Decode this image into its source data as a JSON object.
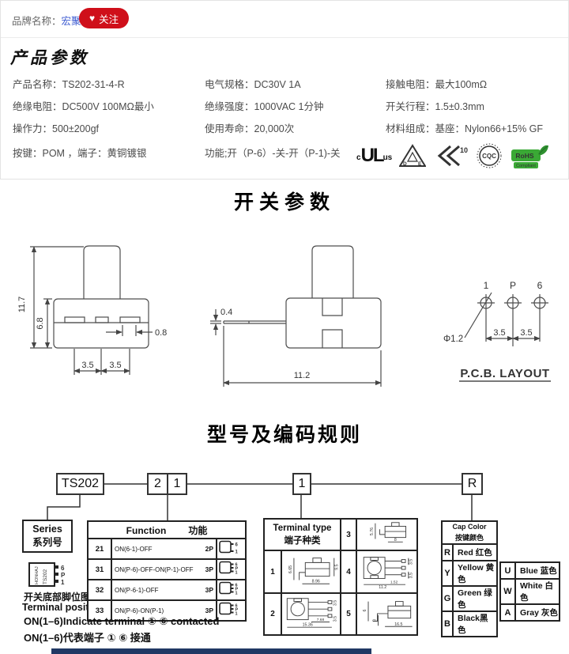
{
  "header": {
    "brand_label": "品牌名称：",
    "brand_name": "宏聚开关",
    "heart": "♥",
    "follow_button": "关注"
  },
  "product_params": {
    "title": "产品参数",
    "cells": [
      "产品名称：TS202-31-4-R",
      "电气规格：DC30V  1A",
      "接触电阻：最大100mΩ",
      "绝缘电阻：DC500V  100MΩ最小",
      "绝缘强度：1000VAC  1分钟",
      "开关行程：1.5±0.3mm",
      "操作力：500±200gf",
      "使用寿命：20,000次",
      "材料组成：基座：Nylon66+15% GF",
      "按键：POM  ，端子：黄铜镀银",
      "功能;开（P-6）-关-开（P-1)-关"
    ],
    "certs": {
      "ul_c": "c",
      "ul": "UL",
      "ul_us": "us",
      "vde_d": "D",
      "vde_e": "E",
      "k10": "10",
      "cqc": "CQC",
      "rohs_line1": "RoHS",
      "rohs_line2": "Compliant"
    }
  },
  "switch_params": {
    "title": "开关参数",
    "front": {
      "total_height": "11.7",
      "body_height": "6.8",
      "pin_width": "0.8",
      "pitch_left": "3.5",
      "pitch_right": "3.5"
    },
    "side": {
      "pin_thickness": "0.4",
      "body_width": "11.2"
    },
    "pcb": {
      "pin_1": "1",
      "pin_p": "P",
      "pin_6": "6",
      "hole": "Φ1.2",
      "pitch_left": "3.5",
      "pitch_right": "3.5",
      "caption": "P.C.B. LAYOUT"
    }
  },
  "coding": {
    "title": "型号及编码规则",
    "boxes": {
      "series": "TS202",
      "func_a": "2",
      "func_b": "1",
      "terminal": "1",
      "cap": "R"
    },
    "series_box": {
      "en": "Series",
      "zh": "系列号"
    },
    "chip": {
      "brand": "HONHAJ",
      "model": "TS202",
      "pin_top": "6",
      "pin_mid": "P",
      "pin_bottom": "1",
      "caption_zh": "开关底部脚位图",
      "caption_en": "Terminal position"
    },
    "function_table": {
      "header": "Function",
      "header_zh": "功能",
      "rows": [
        {
          "code": "21",
          "desc": "ON(6-1)-OFF",
          "poles": "2P",
          "pins": [
            "6",
            "1"
          ]
        },
        {
          "code": "31",
          "desc": "ON(P-6)-OFF-ON(P-1)-OFF",
          "poles": "3P",
          "pins": [
            "6",
            "P",
            "1"
          ]
        },
        {
          "code": "32",
          "desc": "ON(P-6-1)-OFF",
          "poles": "3P",
          "pins": [
            "6",
            "P",
            "1"
          ]
        },
        {
          "code": "33",
          "desc": "ON(P-6)-ON(P-1)",
          "poles": "3P",
          "pins": [
            "6",
            "P",
            "1"
          ]
        }
      ]
    },
    "terminal_table": {
      "header": "Terminal type",
      "header_zh": "端子种类",
      "t1": {
        "code": "1",
        "dim_left": "6.65",
        "dim_right": "9.5",
        "dim_bottom": "8.96"
      },
      "t2": {
        "code": "2",
        "dim_top": "3.5",
        "dim_inner": "7.68",
        "dim_bottom": "15.36",
        "dim_low": "3.5"
      },
      "t3": {
        "code": "3",
        "dim_left": "5.76",
        "dim_bottom": "8"
      },
      "t4": {
        "code": "4",
        "dim_top": "3.5",
        "dim_inner": "1.52",
        "dim_bottom": "11.2",
        "dim_low": "3.5"
      },
      "t5": {
        "code": "5",
        "dim_top": "6",
        "dim_left": "3",
        "dim_bottom": "16.5"
      }
    },
    "cap_table": {
      "header": "Cap Color",
      "header_zh": "按键颜色",
      "rows_left": [
        {
          "code": "R",
          "name": "Red 红色"
        },
        {
          "code": "Y",
          "name": "Yellow 黄色"
        },
        {
          "code": "G",
          "name": "Green 绿色"
        },
        {
          "code": "B",
          "name": "Black黑色"
        }
      ],
      "rows_right": [
        {
          "code": "U",
          "name": "Blue 蓝色"
        },
        {
          "code": "W",
          "name": "White 白色"
        },
        {
          "code": "A",
          "name": "Gray 灰色"
        }
      ]
    },
    "note_en": "ON(1–6)Indicate terminal ① ⑥ contacted",
    "note_zh": "ON(1–6)代表端子 ① ⑥ 接通"
  },
  "colors": {
    "follow_red": "#cf0f1a",
    "brand_blue": "#3b5ad0",
    "rohs_green": "#3aa935",
    "bottom_bar": "#203864"
  }
}
